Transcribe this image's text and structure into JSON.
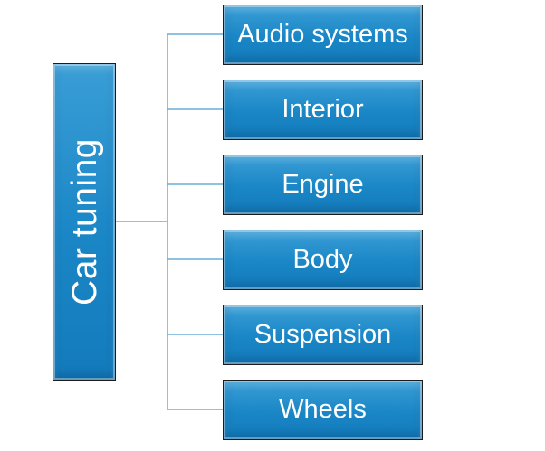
{
  "root": {
    "label": "Car tuning"
  },
  "children": [
    {
      "label": "Audio systems"
    },
    {
      "label": "Interior"
    },
    {
      "label": "Engine"
    },
    {
      "label": "Body"
    },
    {
      "label": "Suspension"
    },
    {
      "label": "Wheels"
    }
  ],
  "colors": {
    "box_fill": "#1a86c6",
    "box_border": "#1b1b1b",
    "connector": "#6aaed6",
    "text": "#ffffff"
  }
}
